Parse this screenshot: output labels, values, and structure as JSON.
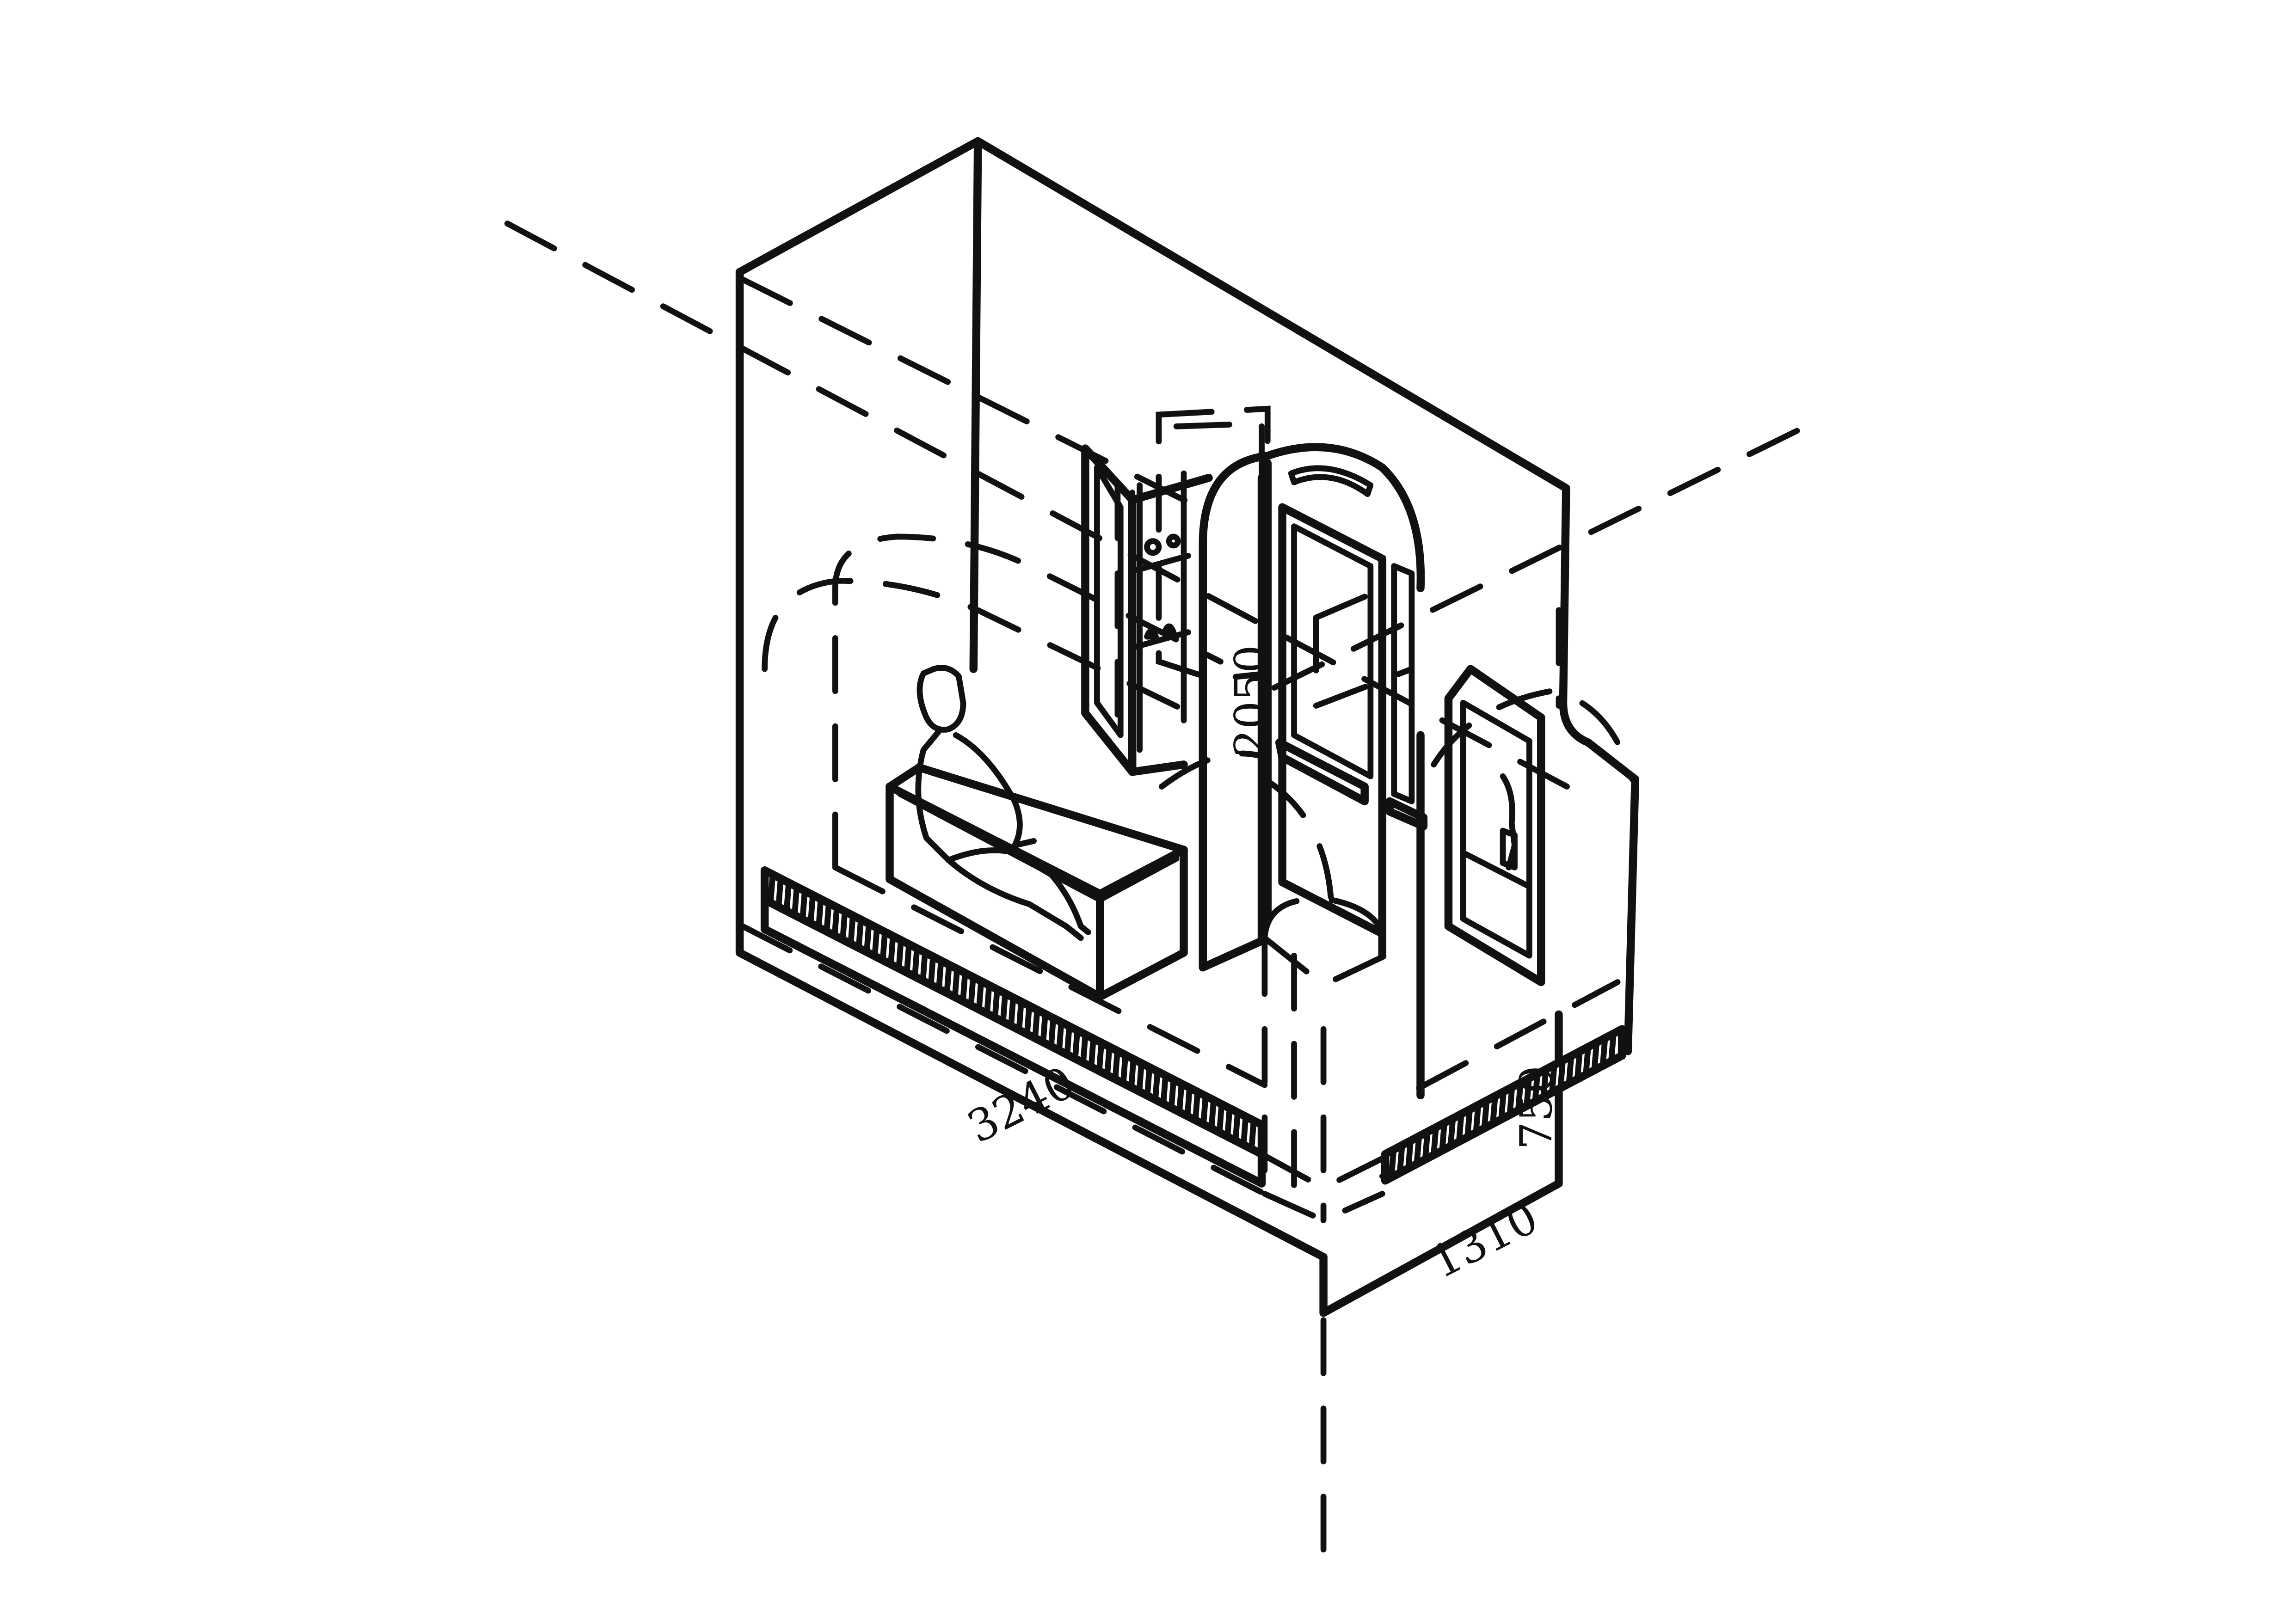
{
  "drawing": {
    "dimensions": {
      "length": "3240",
      "width": "1310",
      "height": "750",
      "door_height": "2050"
    },
    "line_color": "#111111",
    "background_color": "#ffffff"
  }
}
